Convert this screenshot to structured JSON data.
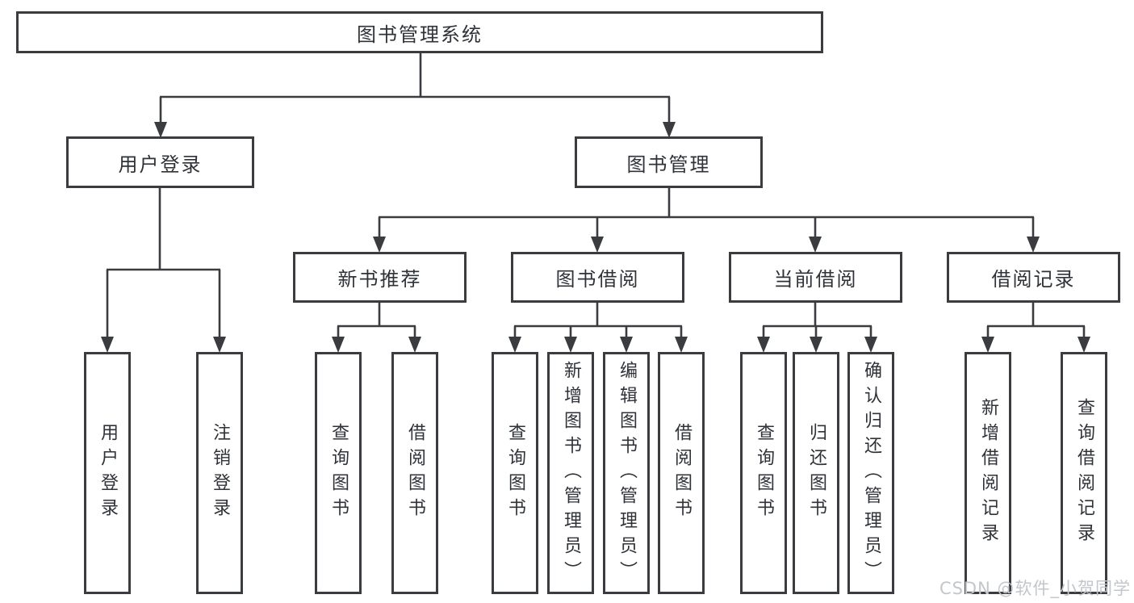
{
  "root": {
    "label": "图书管理系统"
  },
  "level2": [
    {
      "id": "user-login",
      "label": "用户登录"
    },
    {
      "id": "book-management",
      "label": "图书管理"
    }
  ],
  "level3": [
    {
      "id": "new-book-recommend",
      "label": "新书推荐"
    },
    {
      "id": "book-borrow",
      "label": "图书借阅"
    },
    {
      "id": "current-borrow",
      "label": "当前借阅"
    },
    {
      "id": "borrow-records",
      "label": "借阅记录"
    }
  ],
  "leaves": {
    "user_login": [
      {
        "label": "用户登录"
      },
      {
        "label": "注销登录"
      }
    ],
    "new_book_recommend": [
      {
        "label": "查询图书"
      },
      {
        "label": "借阅图书"
      }
    ],
    "book_borrow": [
      {
        "label": "查询图书"
      },
      {
        "label": "新增图书（管理员）"
      },
      {
        "label": "编辑图书（管理员）"
      },
      {
        "label": "借阅图书"
      }
    ],
    "current_borrow": [
      {
        "label": "查询图书"
      },
      {
        "label": "归还图书"
      },
      {
        "label": "确认归还（管理员）"
      }
    ],
    "borrow_records": [
      {
        "label": "新增借阅记录"
      },
      {
        "label": "查询借阅记录"
      }
    ]
  },
  "watermark": "CSDN @软件_小贺同学",
  "colors": {
    "line": "#3a3c3f",
    "text": "#2f3237",
    "background": "#ffffff",
    "watermark": "#c3c6ca"
  }
}
